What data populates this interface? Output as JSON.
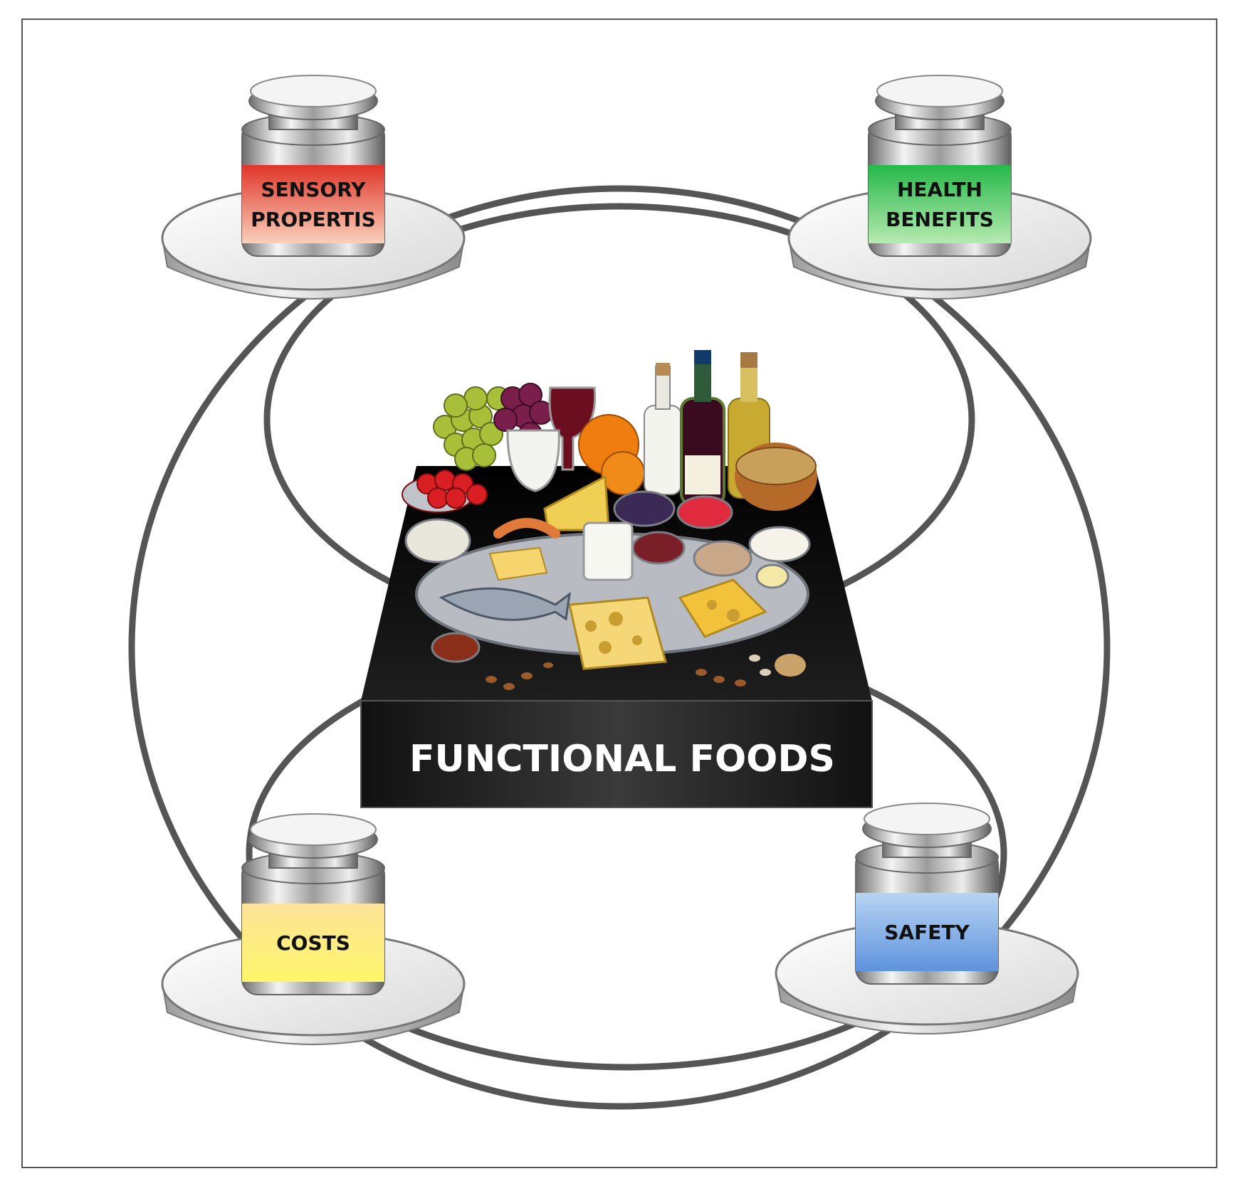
{
  "title": "FUNCTIONAL FOODS",
  "weights": [
    {
      "id": "sensory",
      "lines": [
        "SENSORY",
        "PROPERTIS"
      ],
      "color": "#e8563a",
      "light": "#f8c9b3"
    },
    {
      "id": "health",
      "lines": [
        "HEALTH",
        "BENEFITS"
      ],
      "color": "#33c24f",
      "light": "#a8e6a0"
    },
    {
      "id": "costs",
      "lines": [
        "COSTS"
      ],
      "color": "#ffff1a",
      "light": "#fde39a"
    },
    {
      "id": "safety",
      "lines": [
        "SAFETY"
      ],
      "color": "#6a9be0",
      "light": "#b7d4f2"
    }
  ],
  "colors": {
    "ring": "#555555",
    "box": "#111111"
  }
}
